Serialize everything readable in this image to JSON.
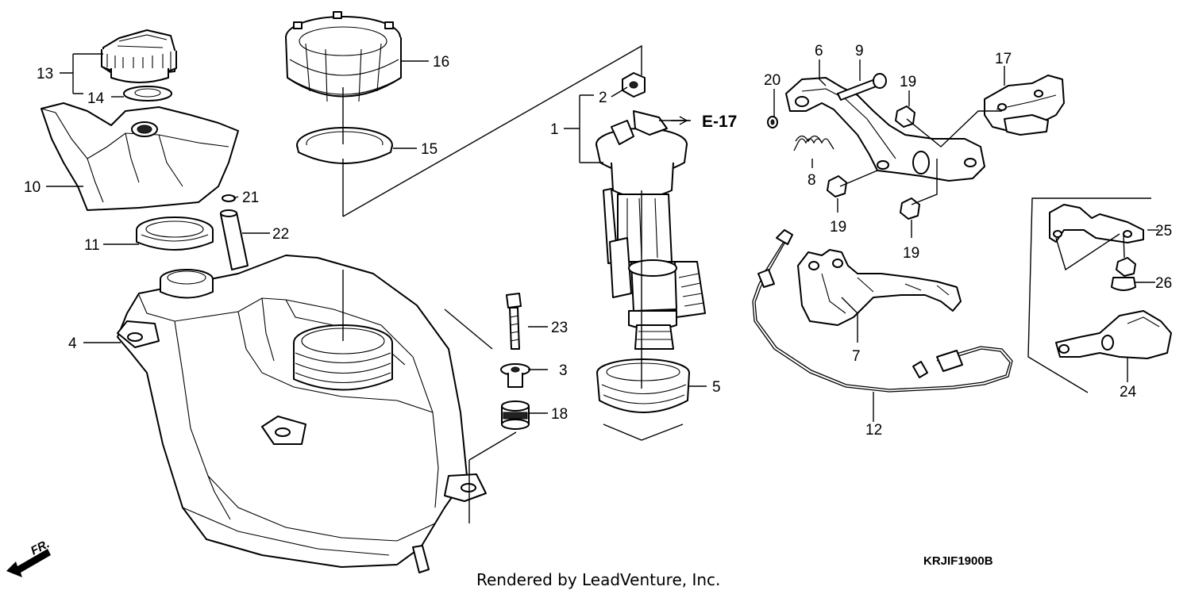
{
  "callouts": {
    "p1": "1",
    "p2": "2",
    "p3": "3",
    "p4": "4",
    "p5": "5",
    "p6": "6",
    "p7": "7",
    "p8": "8",
    "p9": "9",
    "p10": "10",
    "p11": "11",
    "p12": "12",
    "p13": "13",
    "p14": "14",
    "p15": "15",
    "p16": "16",
    "p17": "17",
    "p18": "18",
    "p19a": "19",
    "p19b": "19",
    "p19c": "19",
    "p20": "20",
    "p21": "21",
    "p22": "22",
    "p23": "23",
    "p24": "24",
    "p25": "25",
    "p26": "26"
  },
  "reference": "E-17",
  "diagram_code": "KRJIF1900B",
  "front_marker": "FR.",
  "credit": "Rendered by LeadVenture, Inc."
}
